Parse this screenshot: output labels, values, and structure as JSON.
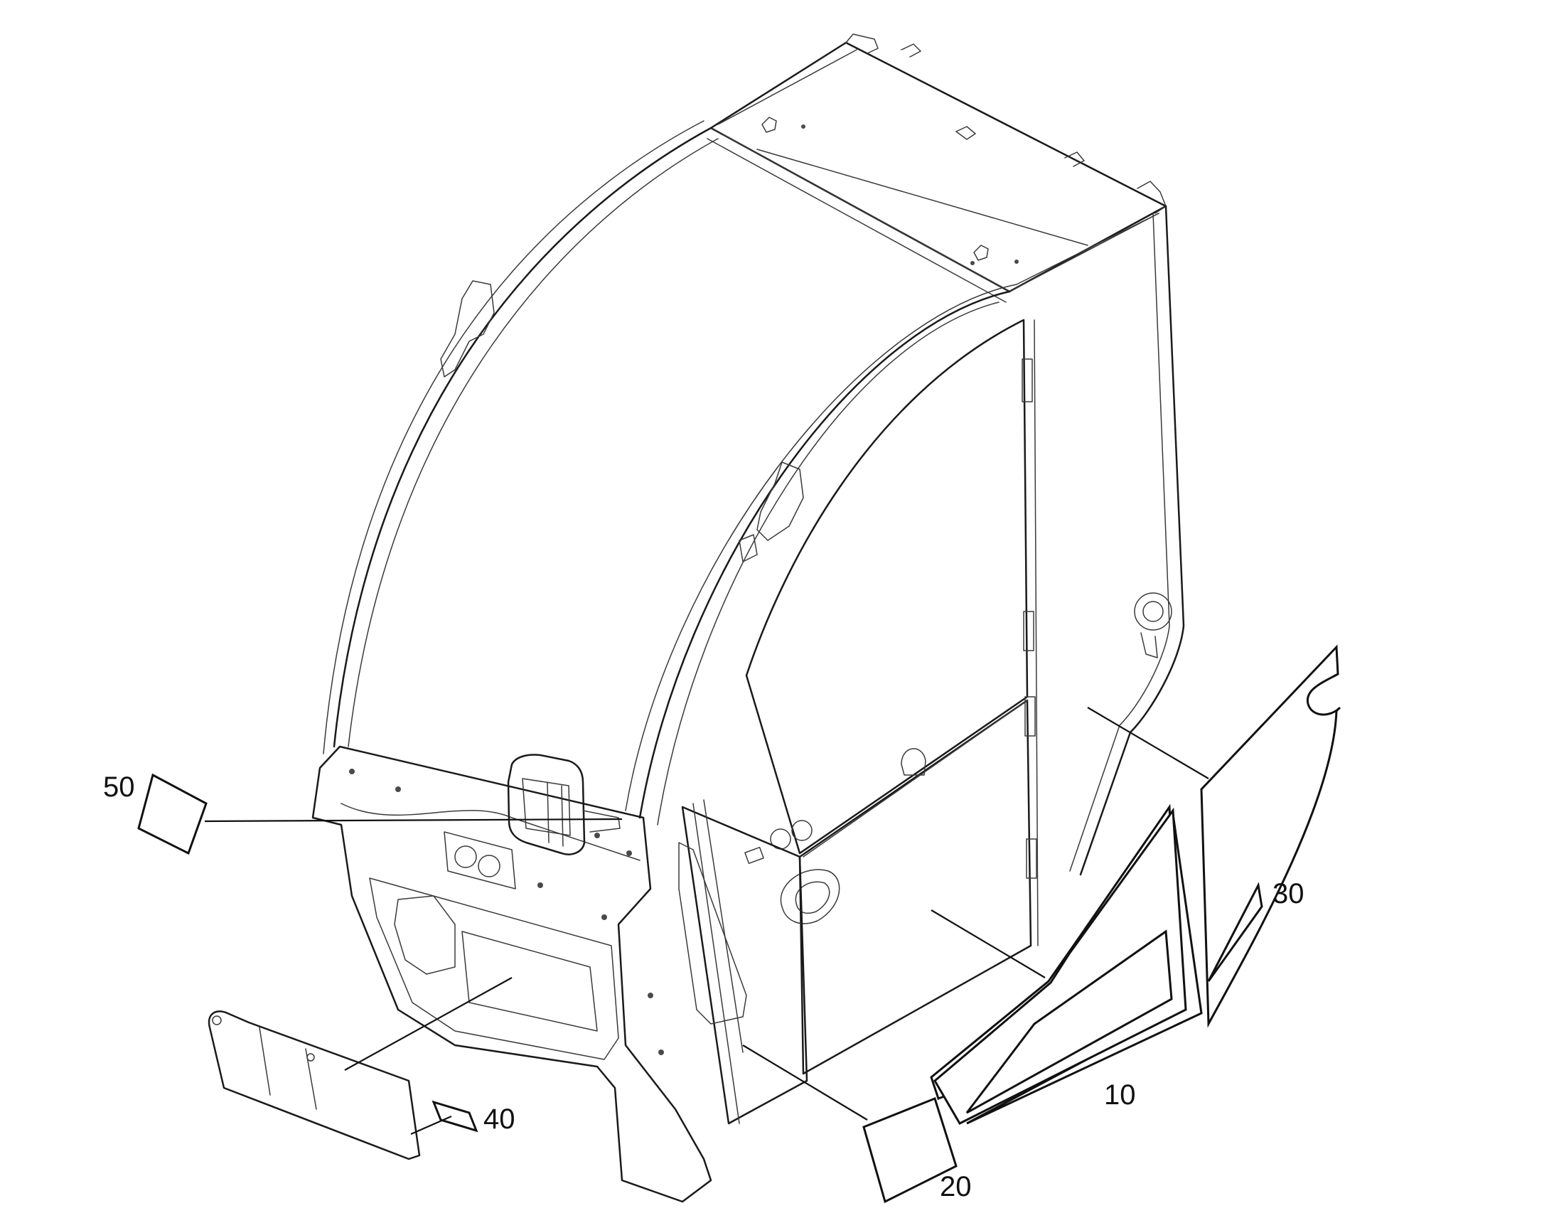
{
  "callouts": [
    {
      "id": "callout-10",
      "label": "10"
    },
    {
      "id": "callout-20",
      "label": "20"
    },
    {
      "id": "callout-30",
      "label": "30"
    },
    {
      "id": "callout-40",
      "label": "40"
    },
    {
      "id": "callout-50",
      "label": "50"
    }
  ],
  "colors": {
    "line": "#1a1a1a",
    "background": "#ffffff"
  }
}
